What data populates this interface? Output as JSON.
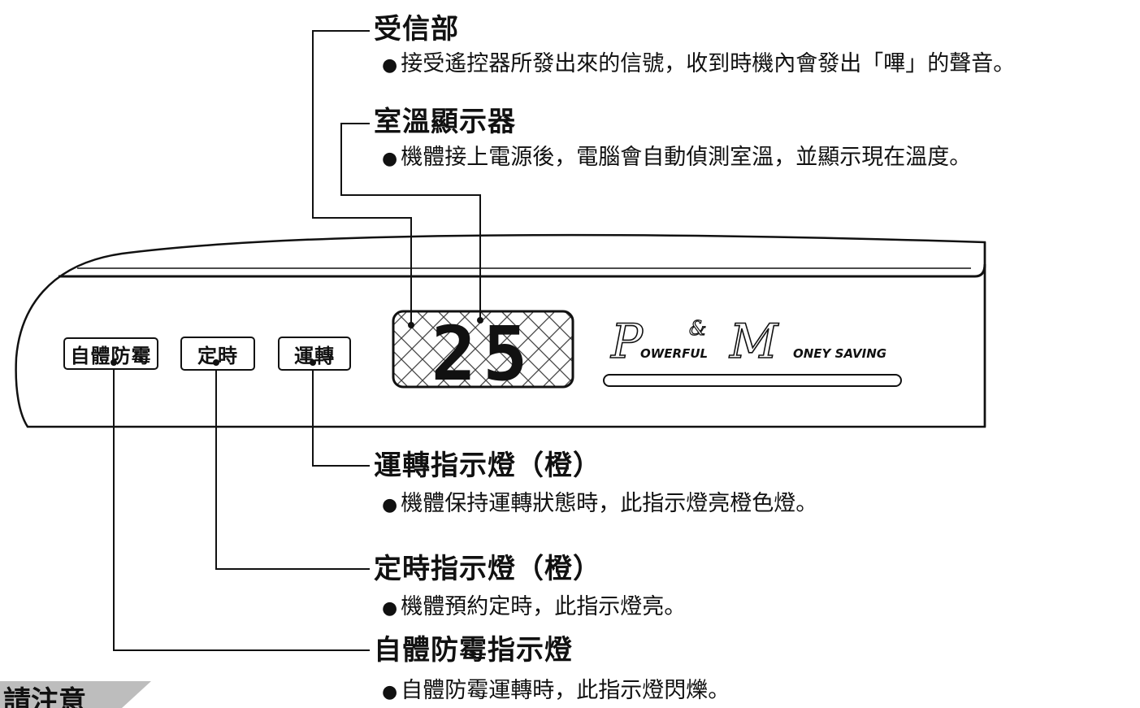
{
  "callouts": {
    "receiver": {
      "title": "受信部",
      "desc": "接受遙控器所發出來的信號，收到時機內會發出「嗶」的聲音。"
    },
    "room_temp": {
      "title": "室溫顯示器",
      "desc": "機體接上電源後，電腦會自動偵測室溫，並顯示現在溫度。"
    },
    "run_led": {
      "title": "運轉指示燈（橙）",
      "desc": "機體保持運轉狀態時，此指示燈亮橙色燈。"
    },
    "timer_led": {
      "title": "定時指示燈（橙）",
      "desc": "機體預約定時，此指示燈亮。"
    },
    "self_mold_led": {
      "title": "自體防霉指示燈",
      "desc": "自體防霉運轉時，此指示燈閃爍。"
    }
  },
  "panel": {
    "buttons": {
      "self_mold": "自體防霉",
      "timer": "定時",
      "run": "運轉"
    },
    "display_value": "25",
    "logo": {
      "p": "P",
      "owerful": "OWERFUL",
      "amp": "&",
      "m": "M",
      "oney_saving": "ONEY SAVING"
    }
  },
  "notice_partial": "請注意",
  "colors": {
    "line": "#111111",
    "background": "#ffffff",
    "notice_bar": "#bdbdbd"
  }
}
